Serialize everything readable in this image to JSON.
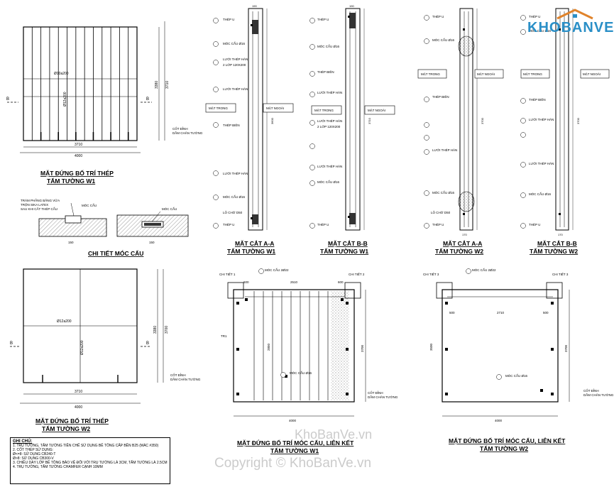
{
  "logo": {
    "text": "KHOBANVE",
    "accent": "#2a8fc7",
    "roof": "#e0832b"
  },
  "watermark": {
    "site": "KhoBanVe.vn",
    "copyright": "Copyright © KhoBanVe.vn"
  },
  "views": {
    "w1_elev": {
      "title": "MẶT ĐỨNG BỐ TRÍ THÉP",
      "sub": "TẤM TƯỜNG W1",
      "rebar_h": "Ø10a200",
      "rebar_v": "Ø12a200",
      "d_total": "4000",
      "d_inner": "3710",
      "h_total": "3710",
      "h_inner": "3380",
      "ground": "CỐT ĐỈNH",
      "ground2": "DẦM CHÂN TƯỜNG",
      "cut": "B"
    },
    "w2_elev": {
      "title": "MẶT ĐỨNG BỐ TRÍ THÉP",
      "sub": "TẤM TƯỜNG W2",
      "rebar_h": "Ø12a200",
      "rebar_v": "Ø12a200",
      "d_total": "4000",
      "d_inner": "3710",
      "h_total": "3700",
      "h_inner": "3380",
      "ground": "CỐT ĐỈNH",
      "ground2": "DẦM CHÂN TƯỜNG",
      "cut": "B"
    },
    "hook_detail": {
      "title": "CHI TIẾT MÓC CẨU",
      "note1": "TRÁM PHẲNG BẰNG VỮA",
      "note2": "TRỘN SIKA LATEX",
      "note3": "SAU KHI CẮT THÉP CẨU",
      "label_a": "MÓC CẨU",
      "label_b": "MÓC CẨU",
      "dim": "150"
    },
    "sec_aa_w1": {
      "title": "MẶT CẮT A-A",
      "sub": "TẤM TƯỜNG W1",
      "inside": "MẶT TRONG",
      "outside": "MẶT NGOÀI",
      "steel_u": "THÉP U",
      "hook": "MÓC CẨU Ø16",
      "mesh": "LƯỚI THÉP HÀN",
      "layers": "2 LỚP 120X200",
      "edge": "THÉP BIÊN",
      "hole": "LỖ CHỜ D50",
      "dim_w": "190",
      "dim_h": "3600"
    },
    "sec_bb_w1": {
      "title": "MẶT CẮT B-B",
      "sub": "TẤM TƯỜNG W1",
      "inside": "MẶT TRONG",
      "outside": "MẶT NGOÀI",
      "steel_u": "THÉP U",
      "hook": "MÓC CẨU Ø16",
      "mesh": "LƯỚI THÉP HÀN",
      "layers": "2 LỚP 120X200",
      "edge": "THÉP BIÊN",
      "dim_w": "190",
      "dim_h": "3710"
    },
    "sec_aa_w2": {
      "title": "MẶT CẮT A-A",
      "sub": "TẤM TƯỜNG W2",
      "inside": "MẶT TRONG",
      "outside": "MẶT NGOÀI",
      "steel_u": "THÉP U",
      "hook": "MÓC CẨU Ø16",
      "mesh": "LƯỚI THÉP HÀN",
      "edge": "THÉP BIÊN",
      "hole": "LỖ CHỜ D50",
      "dim_w": "170",
      "dim_h": "3700"
    },
    "sec_bb_w2": {
      "title": "MẶT CẮT B-B",
      "sub": "TẤM TƯỜNG W2",
      "inside": "MẶT TRONG",
      "outside": "MẶT NGOÀI",
      "steel_u": "THÉP U",
      "hook": "MÓC CẨU Ø16",
      "mesh": "LƯỚI THÉP HÀN",
      "edge": "THÉP BIÊN",
      "dim_w": "170",
      "dim_h": "3700"
    },
    "hook_w1": {
      "title": "MẶT ĐỨNG BỐ TRÍ MÓC CẨU, LIÊN KẾT",
      "sub": "TẤM TƯỜNG W1",
      "detail1": "CHI TIẾT 1",
      "detail2": "CHI TIẾT 2",
      "hook_top": "MÓC CẨU 2Ø22",
      "hook_mid": "MÓC CẨU Ø16",
      "d_total": "4000",
      "d_top": "2510",
      "d_left": "600",
      "d_right": "600",
      "h_total": "3700",
      "h_mid": "2850",
      "ground": "CỐT ĐỈNH",
      "ground2": "DẦM CHÂN TƯỜNG",
      "tr": "TR1"
    },
    "hook_w2": {
      "title": "MẶT ĐỨNG BỐ TRÍ MÓC CẨU, LIÊN KẾT",
      "sub": "TẤM TƯỜNG W2",
      "detail3a": "CHI TIẾT 3",
      "detail3b": "CHI TIẾT 3",
      "hook_top": "MÓC CẨU 2Ø22",
      "hook_mid": "MÓC CẨU Ø16",
      "d_total": "4000",
      "d_top": "2710",
      "d_left": "500",
      "d_right": "500",
      "h_total": "3700",
      "h_mid": "3500",
      "ground": "CỐT ĐỈNH",
      "ground2": "DẦM CHÂN TƯỜNG"
    }
  },
  "notes": {
    "heading": "GHI CHÚ:",
    "items": [
      "1.   TRỤ TƯỜNG, TẤM TƯỜNG TIỀN CHẾ SỬ DỤNG BÊ TÔNG CẤP BỀN B25 (MÁC #350)",
      "2.   CỐT THÉP SỬ DỤNG:",
      "      Ø<=8: SỬ DỤNG CB240-T",
      "      Ø>8: SỬ DỤNG CB300-V",
      "3.   CHIỀU DÀY LỚP BÊ TÔNG BẢO VỆ ĐỐI VỚI TRỤ TƯỜNG LÀ 3CM, TẤM TƯỜNG LÀ 2.5CM",
      "4.   TRỤ TƯỜNG, TẤM TƯỜNG CHAMFER CẠNH 10MM"
    ]
  }
}
